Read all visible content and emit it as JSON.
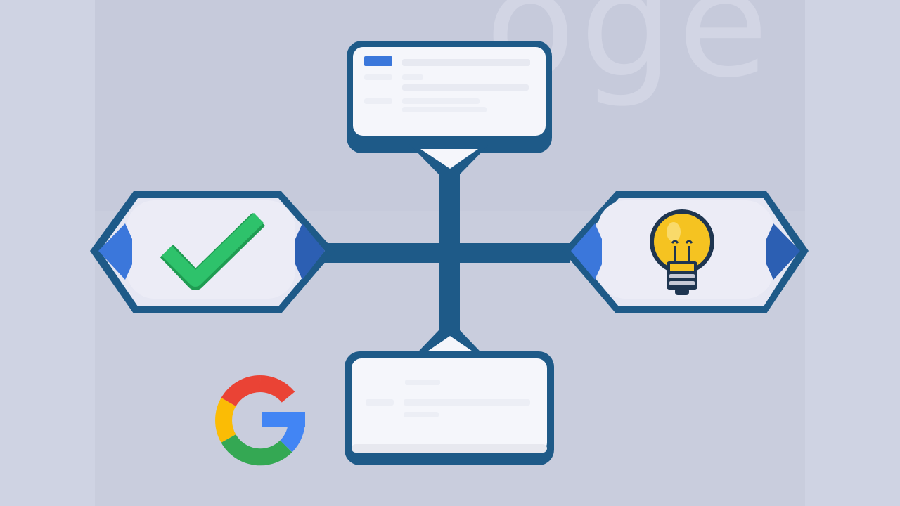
{
  "watermark": {
    "text": "oge"
  },
  "diagram": {
    "nodes": [
      {
        "id": "top-card",
        "kind": "card",
        "content": "placeholder-lines"
      },
      {
        "id": "bottom-card",
        "kind": "card",
        "content": "placeholder-lines"
      },
      {
        "id": "left-pill",
        "kind": "pill",
        "icon": "checkmark-icon"
      },
      {
        "id": "right-pill",
        "kind": "pill",
        "icon": "lightbulb-icon"
      }
    ],
    "edges": [
      {
        "from": "top-card",
        "to": "bottom-card"
      },
      {
        "from": "left-pill",
        "to": "right-pill"
      }
    ],
    "extra_icon": "google-logo-icon"
  },
  "colors": {
    "outline": "#1e5a88",
    "accent_blue": "#3b77db",
    "check_green": "#2ec26b",
    "bulb_yellow": "#f5c321",
    "card_fill": "#f5f6fb",
    "google_red": "#ea4335",
    "google_yellow": "#fbbc05",
    "google_green": "#34a853",
    "google_blue": "#4285f4"
  }
}
